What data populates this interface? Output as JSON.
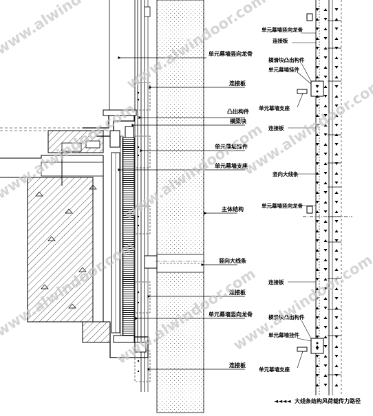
{
  "left_labels": [
    "单元幕墙竖向龙骨",
    "连接板",
    "凸出构件",
    "横梁块",
    "单元幕墙挂件",
    "单元幕墙支座",
    "主体结构",
    "竖向大线条",
    "连接板",
    "单元幕墙竖向龙骨",
    "连接板"
  ],
  "right_labels": [
    "单元幕墙竖向龙骨",
    "连接板",
    "横滑块凸出构件",
    "单元幕墙挂件",
    "单元幕墙支座",
    "连接板",
    "竖向大线条",
    "单元幕墙竖向龙骨",
    "连接板",
    "横滑块凸出构件",
    "单元幕墙挂件",
    "单元幕墙支座"
  ],
  "caption": "大线条结构风荷载传力路径",
  "caption_arrows": "◄◄◄◄",
  "watermark": "www.alwindoor.com"
}
